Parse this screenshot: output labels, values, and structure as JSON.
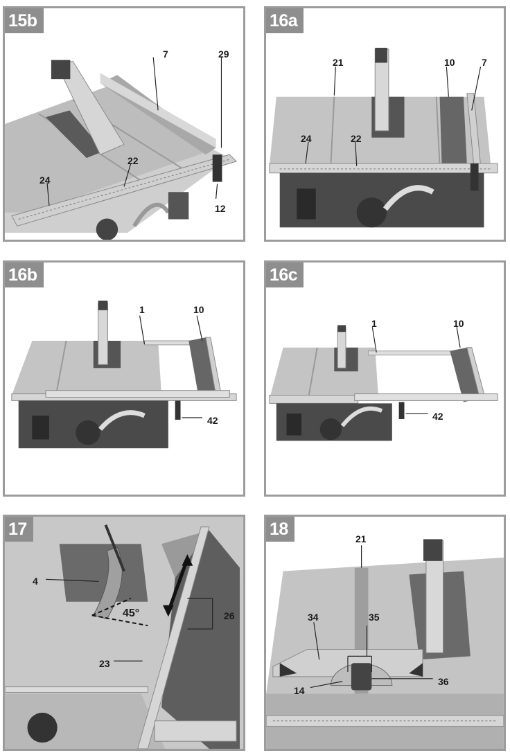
{
  "figures": [
    {
      "id": "15b",
      "callouts": {
        "c7": "7",
        "c29": "29",
        "c22": "22",
        "c24": "24",
        "c12": "12"
      }
    },
    {
      "id": "16a",
      "callouts": {
        "c21": "21",
        "c10": "10",
        "c7": "7",
        "c24": "24",
        "c22": "22"
      }
    },
    {
      "id": "16b",
      "callouts": {
        "c1": "1",
        "c10": "10",
        "c42": "42"
      }
    },
    {
      "id": "16c",
      "callouts": {
        "c1": "1",
        "c10": "10",
        "c42": "42"
      }
    },
    {
      "id": "17",
      "callouts": {
        "c4": "4",
        "angle": "45°",
        "c26": "26",
        "c23": "23"
      }
    },
    {
      "id": "18",
      "callouts": {
        "c21": "21",
        "c34": "34",
        "c35": "35",
        "c14": "14",
        "c36": "36"
      }
    }
  ],
  "colors": {
    "frame": "#9c9c9c",
    "badge": "#8e8e8e",
    "table": "#c4c4c4",
    "dark": "#3a3a3a"
  }
}
